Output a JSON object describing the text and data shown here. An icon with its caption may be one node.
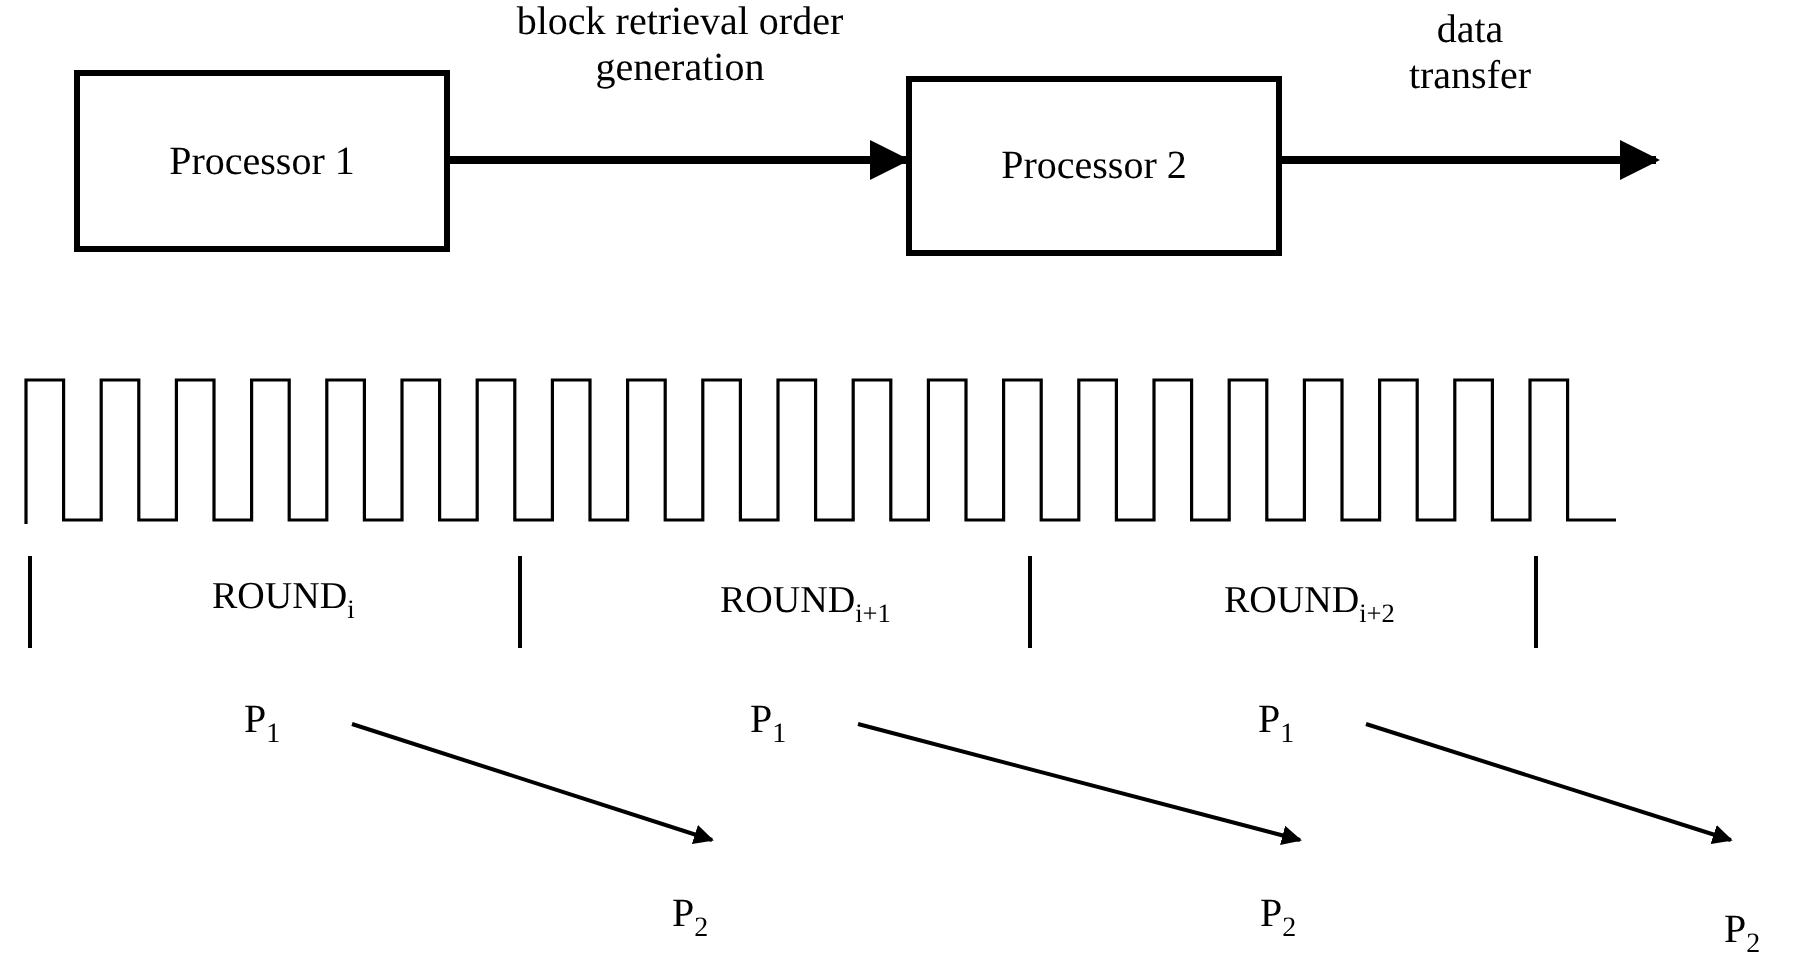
{
  "diagram": {
    "nodes": [
      {
        "text": [
          "Processor 1"
        ]
      },
      {
        "text": [
          "Processor 2"
        ]
      },
      {
        "text": [
          "P$_{1}$"
        ]
      },
      {
        "text": [
          "P$_{2}$"
        ]
      },
      {
        "text": [
          "P$_{1}$"
        ]
      },
      {
        "text": [
          "P$_{2}$"
        ]
      },
      {
        "text": [
          "P$_{1}$"
        ]
      },
      {
        "text": [
          "P$_{2}$"
        ]
      }
    ],
    "edges": [
      {
        "from": 0,
        "to": 1,
        "arrow": "to",
        "label": "block retrieval order generation",
        "style": "thick"
      },
      {
        "from": 1,
        "to": null,
        "arrow": "to",
        "label": "data transfer",
        "style": "thick"
      },
      {
        "from": 2,
        "to": 3,
        "arrow": "to"
      },
      {
        "from": 4,
        "to": 5,
        "arrow": "to"
      },
      {
        "from": 6,
        "to": 7,
        "arrow": "to"
      }
    ],
    "labels": [
      "ROUND$_{i}$",
      "ROUND$_{i+1}$",
      "ROUND$_{i+2}$"
    ]
  }
}
